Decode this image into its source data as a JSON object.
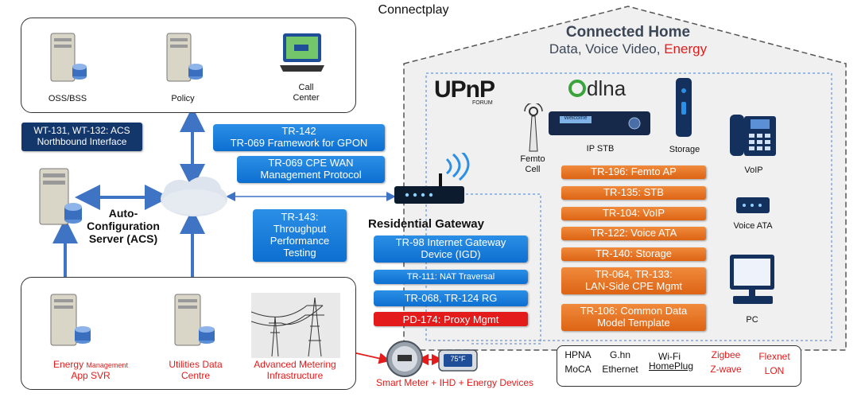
{
  "page_title": "Connectplay",
  "home": {
    "title": "Connected Home",
    "subtitle_main": "Data, Voice Video, ",
    "subtitle_accent": "Energy",
    "upnp_logo": "UPnP",
    "upnp_forum": "FORUM",
    "dlna_logo": "dlna",
    "devices": {
      "femto": "Femto\nCell",
      "ipstb": "IP STB",
      "storage": "Storage",
      "voip": "VoIP",
      "voice_ata": "Voice ATA",
      "pc": "PC",
      "stb_screen": "Welcome"
    },
    "standards": [
      "TR-196: Femto AP",
      "TR-135: STB",
      "TR-104: VoIP",
      "TR-122: Voice ATA",
      "TR-140: Storage",
      "TR-064, TR-133:\nLAN-Side CPE Mgmt",
      "TR-106: Common Data\nModel Template"
    ],
    "tech": {
      "hpna": "HPNA",
      "moca": "MoCA",
      "ghn": "G.hn",
      "ethernet": "Ethernet",
      "wifi": "Wi-Fi",
      "homeplug": "HomePlug",
      "zigbee": "Zigbee",
      "zwave": "Z-wave",
      "flexnet": "Flexnet",
      "lon": "LON"
    }
  },
  "top_servers": {
    "oss": "OSS/BSS",
    "policy": "Policy",
    "call_center": "Call\nCenter"
  },
  "acs_box": "WT-131, WT-132: ACS\nNorthbound Interface",
  "acs_label": "Auto-\nConfiguration\nServer (ACS)",
  "tr_buttons": {
    "tr142": "TR-142\nTR-069 Framework for GPON",
    "tr069": "TR-069 CPE WAN\nManagement Protocol",
    "tr143": "TR-143:\nThroughput\nPerformance\nTesting"
  },
  "gateway": {
    "title": "Residential Gateway",
    "tr98": "TR-98 Internet Gateway\nDevice (IGD)",
    "tr111": "TR-111: NAT Traversal",
    "tr068": "TR-068, TR-124 RG",
    "pd174": "PD-174: Proxy Mgmt"
  },
  "bottom": {
    "energy_main": "Energy ",
    "energy_small": "Management",
    "energy_tail": "App SVR",
    "utilities": "Utilities Data\nCentre",
    "ami": "Advanced Metering\nInfrastructure",
    "smart_meter": "Smart Meter + IHD + Energy Devices",
    "ihd_display": "75°F"
  },
  "colors": {
    "blue": "#0d6fd0",
    "navy": "#13366b",
    "orange": "#e8752a",
    "red": "#e31b1b",
    "arrow": "#3f73c4"
  }
}
